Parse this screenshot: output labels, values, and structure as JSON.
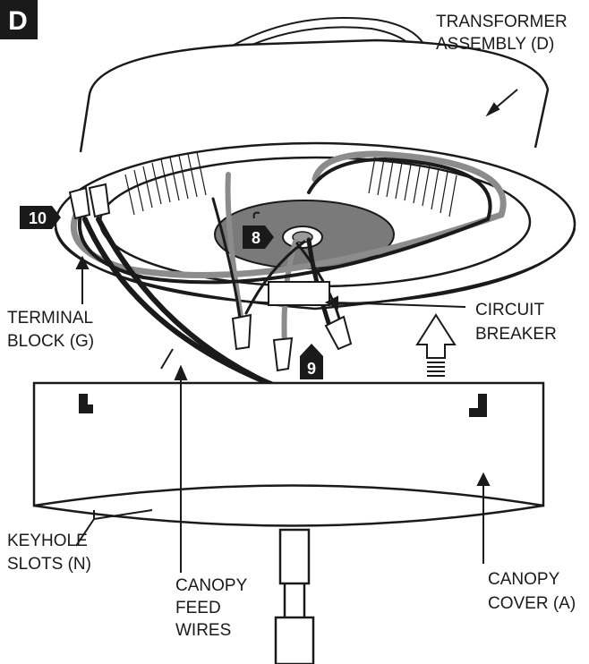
{
  "panel_badge": "D",
  "callouts": {
    "step_10": "10",
    "step_8": "8",
    "step_9": "9"
  },
  "labels": {
    "transformer": [
      "TRANSFORMER",
      "ASSEMBLY (D)"
    ],
    "terminal_block": [
      "TERMINAL",
      "BLOCK (G)"
    ],
    "circuit_breaker": [
      "CIRCUIT",
      "BREAKER"
    ],
    "keyhole_slots": [
      "KEYHOLE",
      "SLOTS (N)"
    ],
    "canopy_feed_wires": [
      "CANOPY",
      "FEED",
      "WIRES"
    ],
    "canopy_cover": [
      "CANOPY",
      "COVER (A)"
    ]
  },
  "colors": {
    "outline": "#1a1a1a",
    "gray_wire": "#8c8c8c",
    "dark_disc": "#7a7a7a",
    "badge_bg": "#1a1a1a"
  }
}
